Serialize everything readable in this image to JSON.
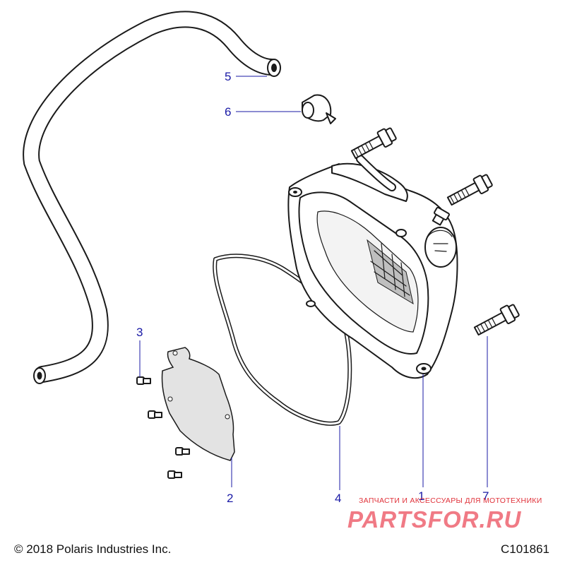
{
  "diagram": {
    "callouts": [
      {
        "id": "1",
        "text": "1"
      },
      {
        "id": "2",
        "text": "2"
      },
      {
        "id": "3",
        "text": "3"
      },
      {
        "id": "4",
        "text": "4"
      },
      {
        "id": "5",
        "text": "5"
      },
      {
        "id": "6",
        "text": "6"
      },
      {
        "id": "7",
        "text": "7"
      }
    ],
    "parts": [
      {
        "callout": "1",
        "icon": "valve-cover-icon"
      },
      {
        "callout": "2",
        "icon": "cover-plate-icon"
      },
      {
        "callout": "3",
        "icon": "screw-icon"
      },
      {
        "callout": "4",
        "icon": "gasket-icon"
      },
      {
        "callout": "5",
        "icon": "breather-hose-icon"
      },
      {
        "callout": "6",
        "icon": "hose-clamp-icon"
      },
      {
        "callout": "7",
        "icon": "bolt-icon"
      }
    ],
    "callout_color": "#1a1aa6"
  },
  "footer": {
    "copyright": "© 2018 Polaris Industries Inc.",
    "figure_id": "C101861"
  },
  "watermark": {
    "tagline": "ЗАПЧАСТИ И АКСЕССУАРЫ ДЛЯ МОТОТЕХНИКИ",
    "brand": "PARTSFOR.RU",
    "color": "#e0323a"
  }
}
